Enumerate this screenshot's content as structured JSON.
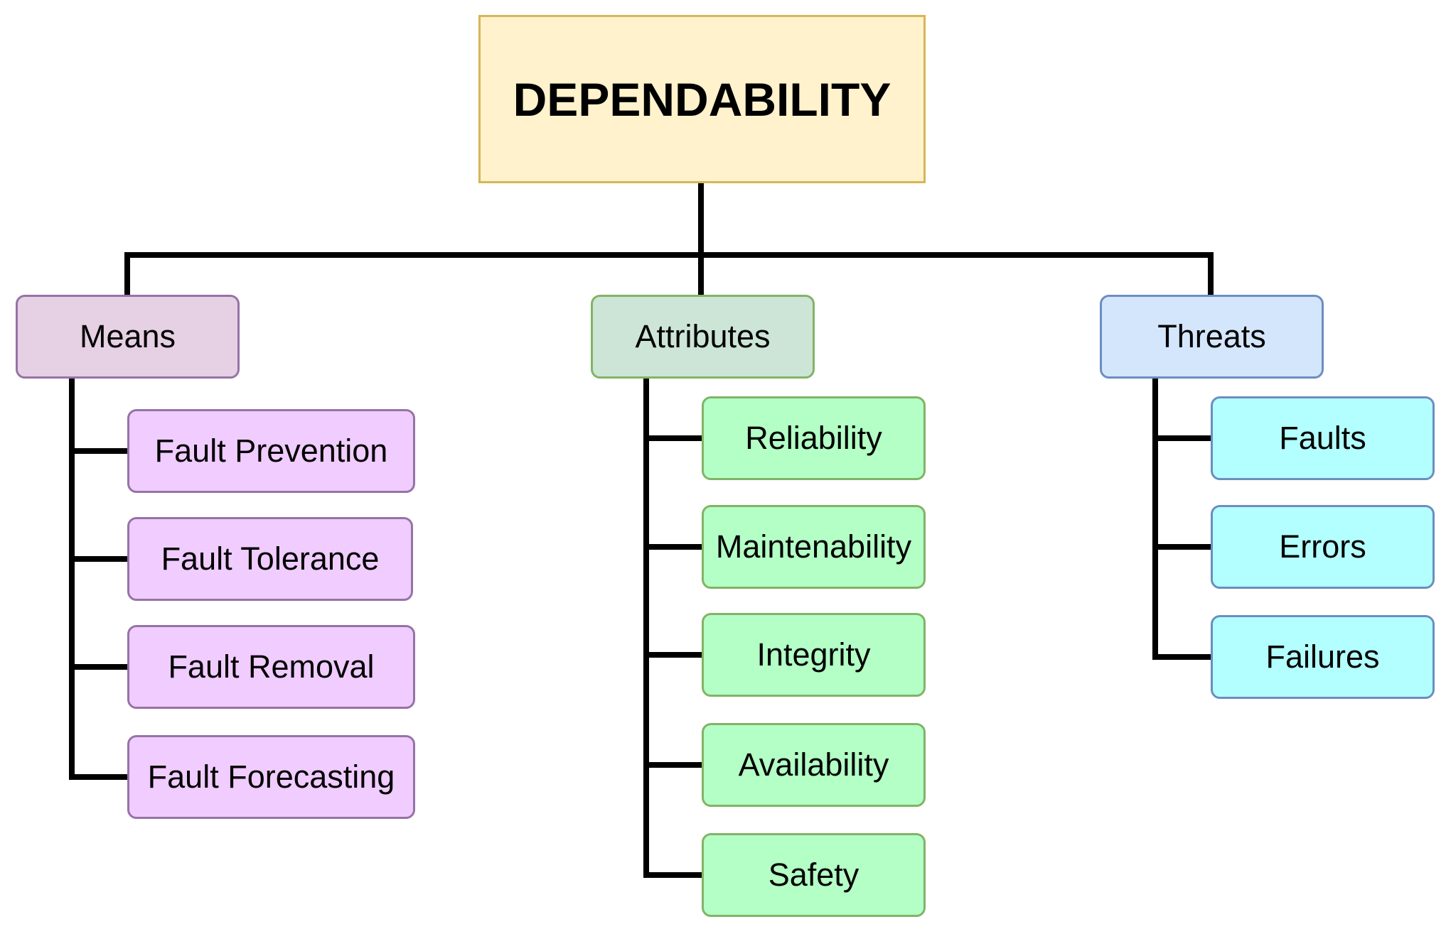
{
  "root": {
    "label": "DEPENDABILITY",
    "fill": "#fff2cc",
    "stroke": "#d6b656"
  },
  "categories": [
    {
      "label": "Means",
      "fill": "#e6d0e3",
      "stroke": "#9673a6",
      "leaf_fill": "#f0ccff",
      "leaf_stroke": "#9673a6",
      "items": [
        "Fault Prevention",
        "Fault Tolerance",
        "Fault Removal",
        "Fault Forecasting"
      ]
    },
    {
      "label": "Attributes",
      "fill": "#cce5d6",
      "stroke": "#82b366",
      "leaf_fill": "#b3ffc6",
      "leaf_stroke": "#82b366",
      "items": [
        "Reliability",
        "Maintenability",
        "Integrity",
        "Availability",
        "Safety"
      ]
    },
    {
      "label": "Threats",
      "fill": "#d4e6fc",
      "stroke": "#6c8ebf",
      "leaf_fill": "#b3ffff",
      "leaf_stroke": "#6c8ebf",
      "items": [
        "Faults",
        "Errors",
        "Failures"
      ]
    }
  ]
}
